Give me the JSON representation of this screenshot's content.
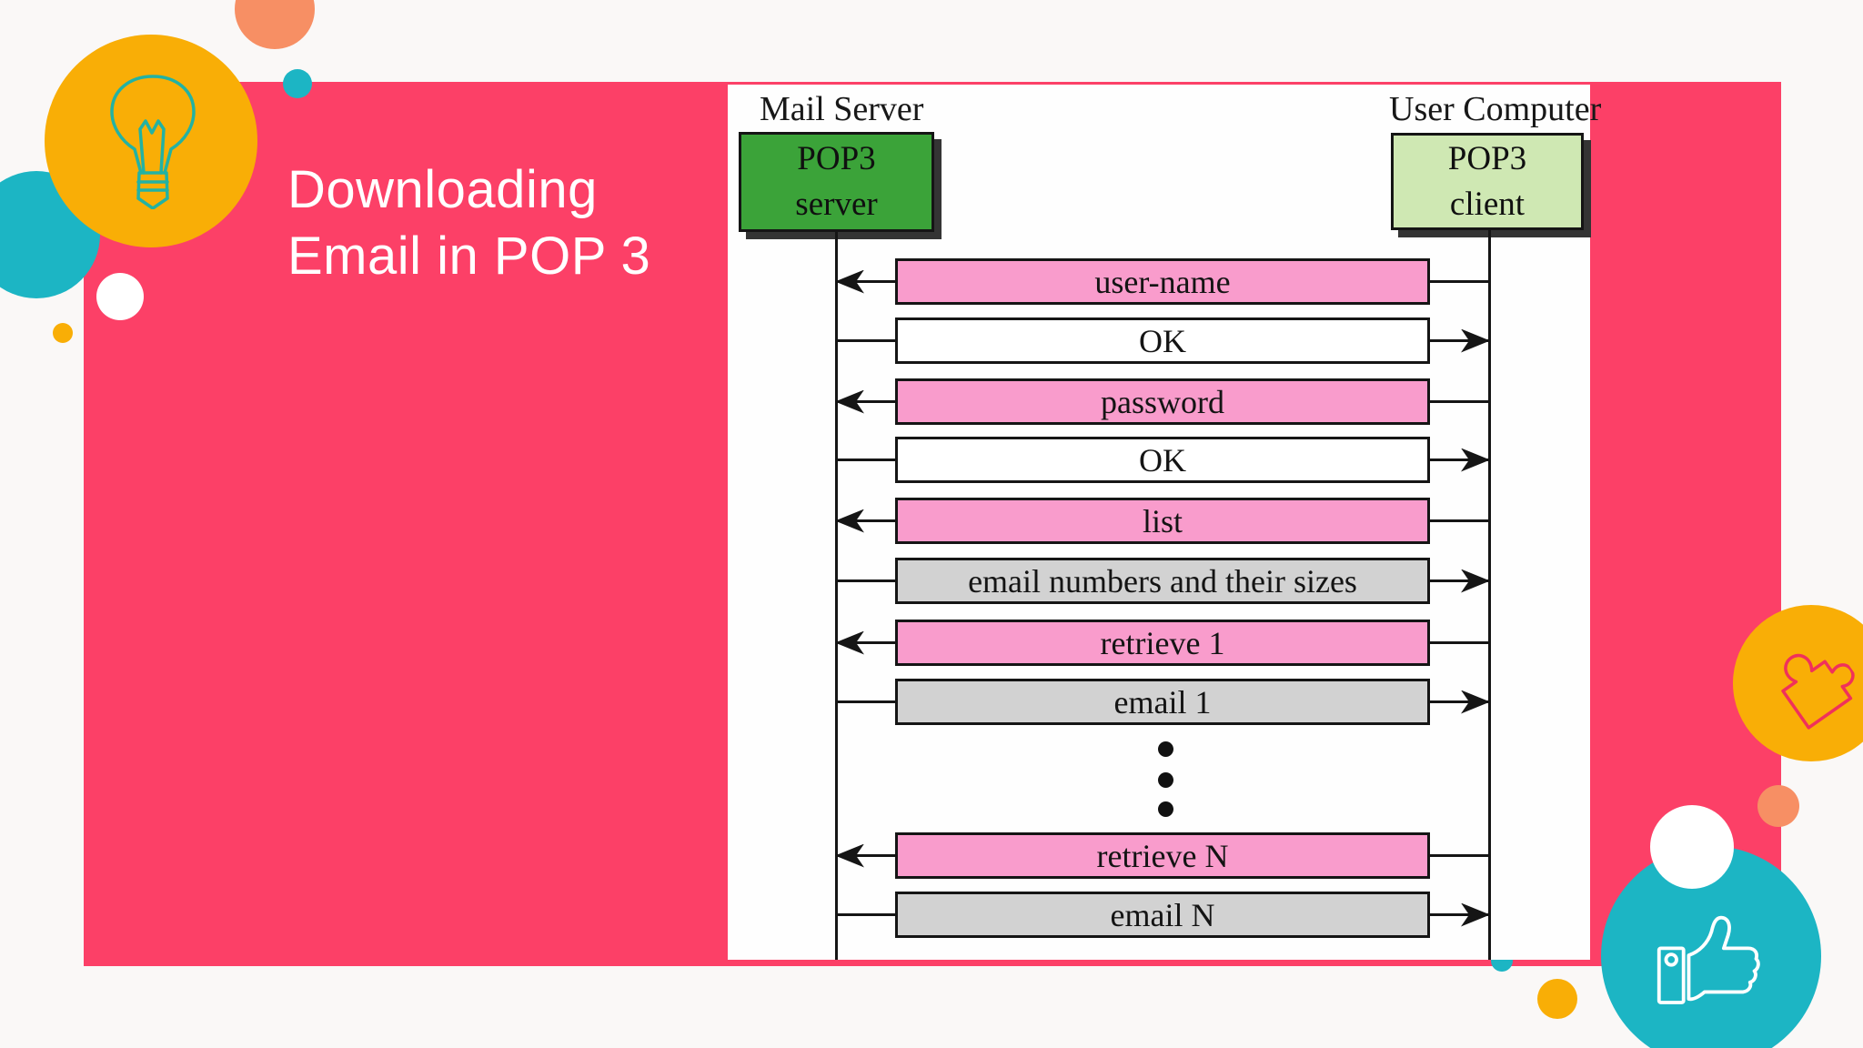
{
  "slide": {
    "title_line1": "Downloading",
    "title_line2": "Email in POP 3"
  },
  "diagram": {
    "left_column_label": "Mail Server",
    "right_column_label": "User Computer",
    "server_box": {
      "line1": "POP3",
      "line2": "server"
    },
    "client_box": {
      "line1": "POP3",
      "line2": "client"
    },
    "messages": [
      {
        "label": "user-name",
        "from": "client",
        "to": "server",
        "fill": "pink"
      },
      {
        "label": "OK",
        "from": "server",
        "to": "client",
        "fill": "white"
      },
      {
        "label": "password",
        "from": "client",
        "to": "server",
        "fill": "pink"
      },
      {
        "label": "OK",
        "from": "server",
        "to": "client",
        "fill": "white"
      },
      {
        "label": "list",
        "from": "client",
        "to": "server",
        "fill": "pink"
      },
      {
        "label": "email numbers and their sizes",
        "from": "server",
        "to": "client",
        "fill": "gray"
      },
      {
        "label": "retrieve 1",
        "from": "client",
        "to": "server",
        "fill": "pink"
      },
      {
        "label": "email 1",
        "from": "server",
        "to": "client",
        "fill": "gray"
      },
      {
        "label": "retrieve N",
        "from": "client",
        "to": "server",
        "fill": "pink"
      },
      {
        "label": "email N",
        "from": "server",
        "to": "client",
        "fill": "gray"
      }
    ],
    "continuation_dots": 3
  },
  "icons": [
    "lightbulb-icon",
    "puzzle-piece-icon",
    "thumbs-up-icon"
  ],
  "colors": {
    "background_pink": "#FC4067",
    "message_pink": "#F99CCC",
    "message_gray": "#D2D2D2",
    "server_green": "#3BA339",
    "client_green": "#CFE8B3",
    "accent_teal": "#1CB5C4",
    "accent_amber": "#F9AE06",
    "accent_salmon": "#F78F64",
    "puzzle_red": "#F0315B",
    "title_text": "#FFFFFF"
  }
}
